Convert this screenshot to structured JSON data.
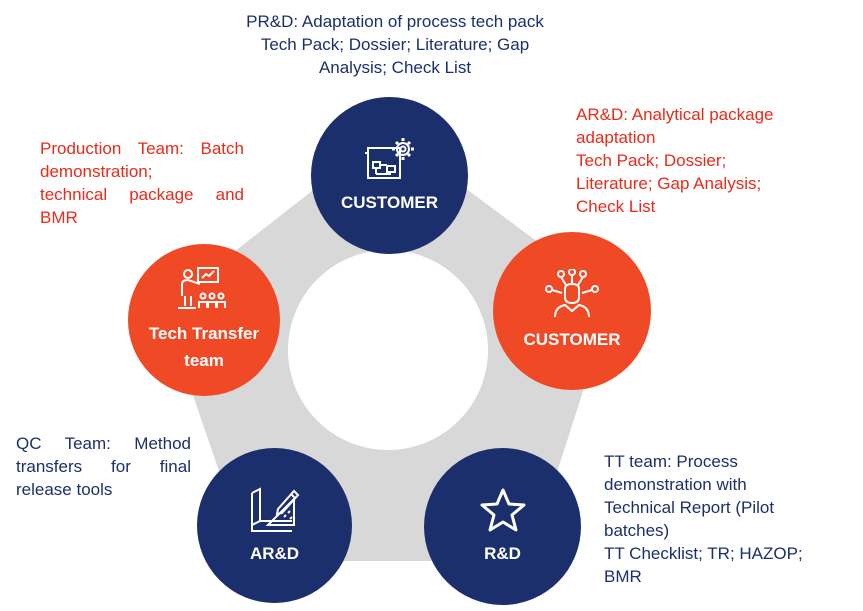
{
  "nodes": {
    "top": {
      "label": "CUSTOMER",
      "color": "#1c2f6d",
      "icon": "blueprint-gear-icon"
    },
    "right": {
      "label": "CUSTOMER",
      "color": "#ef4a25",
      "icon": "person-network-icon"
    },
    "left": {
      "label_line1": "Tech Transfer",
      "label_line2": "team",
      "color": "#ef4a25",
      "icon": "presentation-training-icon"
    },
    "bottom_left": {
      "label": "AR&D",
      "color": "#1c2f6d",
      "icon": "drafting-tools-icon"
    },
    "bottom_right": {
      "label": "R&D",
      "color": "#1c2f6d",
      "icon": "star-icon"
    }
  },
  "ring_color": "#d8d8d8",
  "annotations": {
    "top": {
      "color": "#1c2f6d",
      "lines": [
        "PR&D: Adaptation of process tech pack",
        "Tech Pack; Dossier; Literature; Gap",
        "Analysis; Check List"
      ]
    },
    "right": {
      "color": "#ea2a1a",
      "lines": [
        "AR&D: Analytical package",
        "adaptation",
        "Tech Pack; Dossier;",
        "Literature; Gap Analysis;",
        "Check List"
      ]
    },
    "left": {
      "color": "#ea2a1a",
      "lines": [
        "Production Team: Batch",
        "demonstration;",
        "technical package and",
        "BMR"
      ]
    },
    "bottom_left": {
      "color": "#1c2f6d",
      "lines": [
        "QC Team: Method",
        "transfers for final",
        "release tools"
      ]
    },
    "bottom_right": {
      "color": "#1c2f6d",
      "lines": [
        "TT team: Process",
        "demonstration with",
        "Technical Report (Pilot",
        "batches)",
        "TT Checklist; TR; HAZOP;",
        "BMR"
      ]
    }
  }
}
